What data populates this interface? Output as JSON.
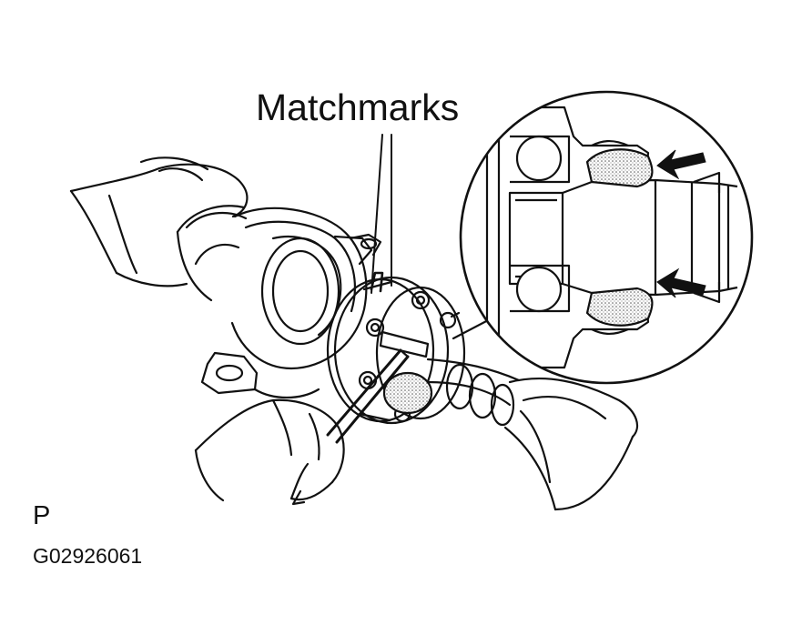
{
  "figure": {
    "callout_label": "Matchmarks",
    "view_letter": "P",
    "figure_code": "G02926061"
  },
  "illustration": {
    "subject": "propeller shaft center support bearing with flange, bolts and hand-held tool",
    "inset": "detail of bearing cross-section with two indicator arrows",
    "ink_color": "#111111",
    "shading_color": "#b9b9b9",
    "background_color": "#ffffff"
  }
}
